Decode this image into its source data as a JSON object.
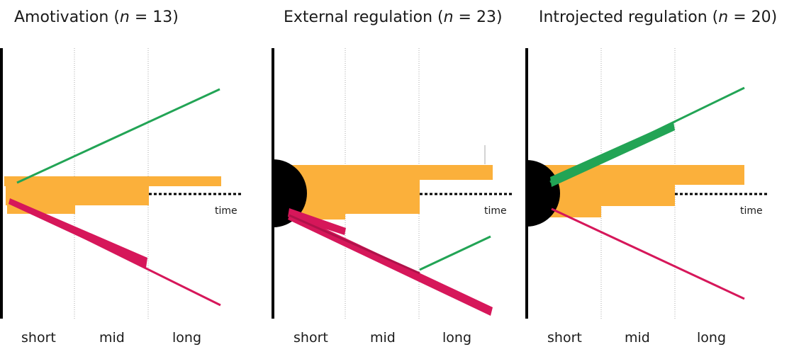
{
  "panels": [
    {
      "title_pre": "Amotivation (",
      "title_n": "n",
      "title_post": " = 13)"
    },
    {
      "title_pre": "External regulation (",
      "title_n": "n",
      "title_post": " = 23)"
    },
    {
      "title_pre": "Introjected regulation (",
      "title_n": "n",
      "title_post": " = 20)"
    }
  ],
  "axis": {
    "short": "short",
    "mid": "mid",
    "long": "long",
    "time": "time"
  },
  "colors": {
    "orange": "#FBB03B",
    "green": "#22A455",
    "crimson": "#D6175A",
    "black": "#000000"
  }
}
